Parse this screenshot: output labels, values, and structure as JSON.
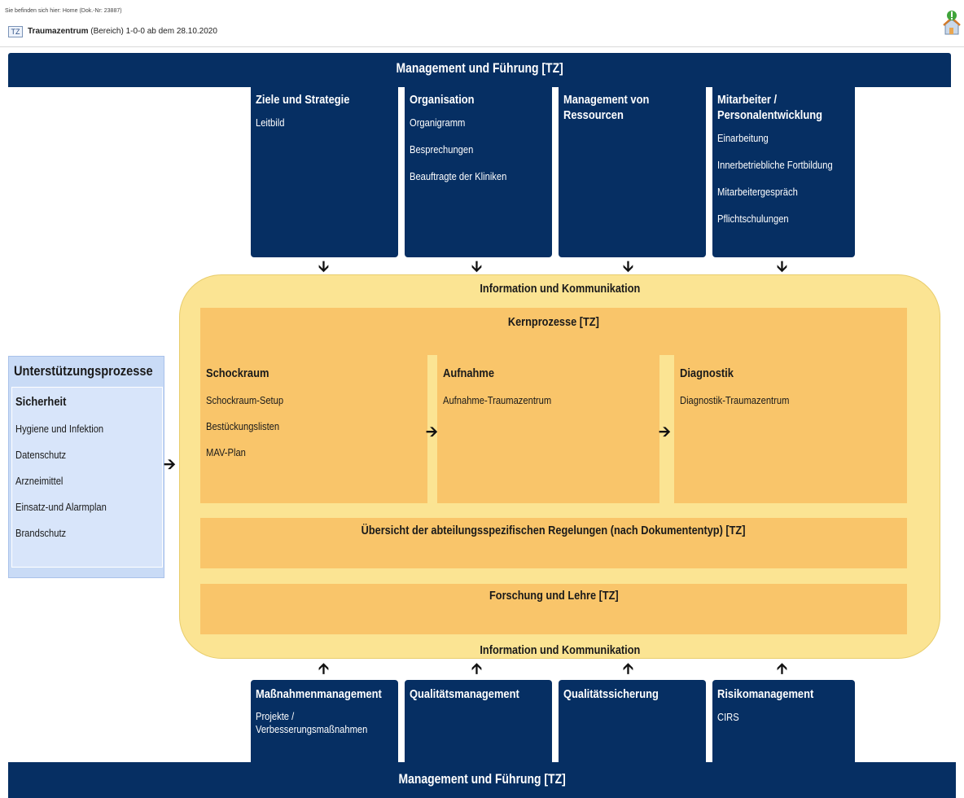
{
  "breadcrumb": {
    "path": "Sie befinden sich hier:  Home (Dok.-Nr: 23887)",
    "badge": "TZ",
    "title": "Traumazentrum",
    "detail": "(Bereich)  1-0-0 ab dem 28.10.2020"
  },
  "top_bar": {
    "label": "Management und Führung [TZ]"
  },
  "top_columns": [
    {
      "title": "Ziele und Strategie",
      "items": [
        "Leitbild"
      ]
    },
    {
      "title": "Organisation",
      "items": [
        "Organigramm",
        "Besprechungen",
        "Beauftragte der Kliniken"
      ]
    },
    {
      "title_lines": [
        "Management von",
        "Ressourcen"
      ],
      "items": []
    },
    {
      "title_lines": [
        "Mitarbeiter /",
        "Personalentwicklung"
      ],
      "items": [
        "Einarbeitung",
        "Innerbetriebliche Fortbildung",
        "Mitarbeitergespräch",
        "Pflichtschulungen"
      ]
    }
  ],
  "info_top": "Information und Kommunikation",
  "info_bottom": "Information und Kommunikation",
  "core": {
    "title": "Kernprozesse [TZ]",
    "processes": [
      {
        "title": "Schockraum",
        "items": [
          "Schockraum-Setup",
          "Bestückungslisten",
          "MAV-Plan"
        ]
      },
      {
        "title": "Aufnahme",
        "items": [
          "Aufnahme-Traumazentrum"
        ]
      },
      {
        "title": "Diagnostik",
        "items": [
          "Diagnostik-Traumazentrum"
        ]
      }
    ]
  },
  "overview": "Übersicht der abteilungsspezifischen Regelungen (nach Dokumententyp) [TZ]",
  "research": "Forschung und Lehre [TZ]",
  "support": {
    "title": "Unterstützungsprozesse",
    "subtitle": "Sicherheit",
    "items": [
      "Hygiene und Infektion",
      "Datenschutz",
      "Arzneimittel",
      "Einsatz-und Alarmplan",
      "Brandschutz"
    ]
  },
  "bottom_columns": [
    {
      "title": "Maßnahmenmanagement",
      "items": [
        "Projekte /",
        "Verbesserungsmaßnahmen"
      ]
    },
    {
      "title": "Qualitätsmanagement",
      "items": []
    },
    {
      "title": "Qualitätssicherung",
      "items": []
    },
    {
      "title": "Risikomanagement",
      "items": [
        "CIRS"
      ]
    }
  ],
  "bottom_bar": {
    "label": "Management und Führung [TZ]"
  },
  "icons": {
    "home": "home-house-icon",
    "arrow_down": "arrow-down-icon",
    "arrow_up": "arrow-up-icon",
    "arrow_right": "arrow-right-icon"
  },
  "colors": {
    "navy": "#062f63",
    "yellow": "#fbe493",
    "orange": "#f9c56a",
    "support_blue": "#c9dbf6"
  }
}
